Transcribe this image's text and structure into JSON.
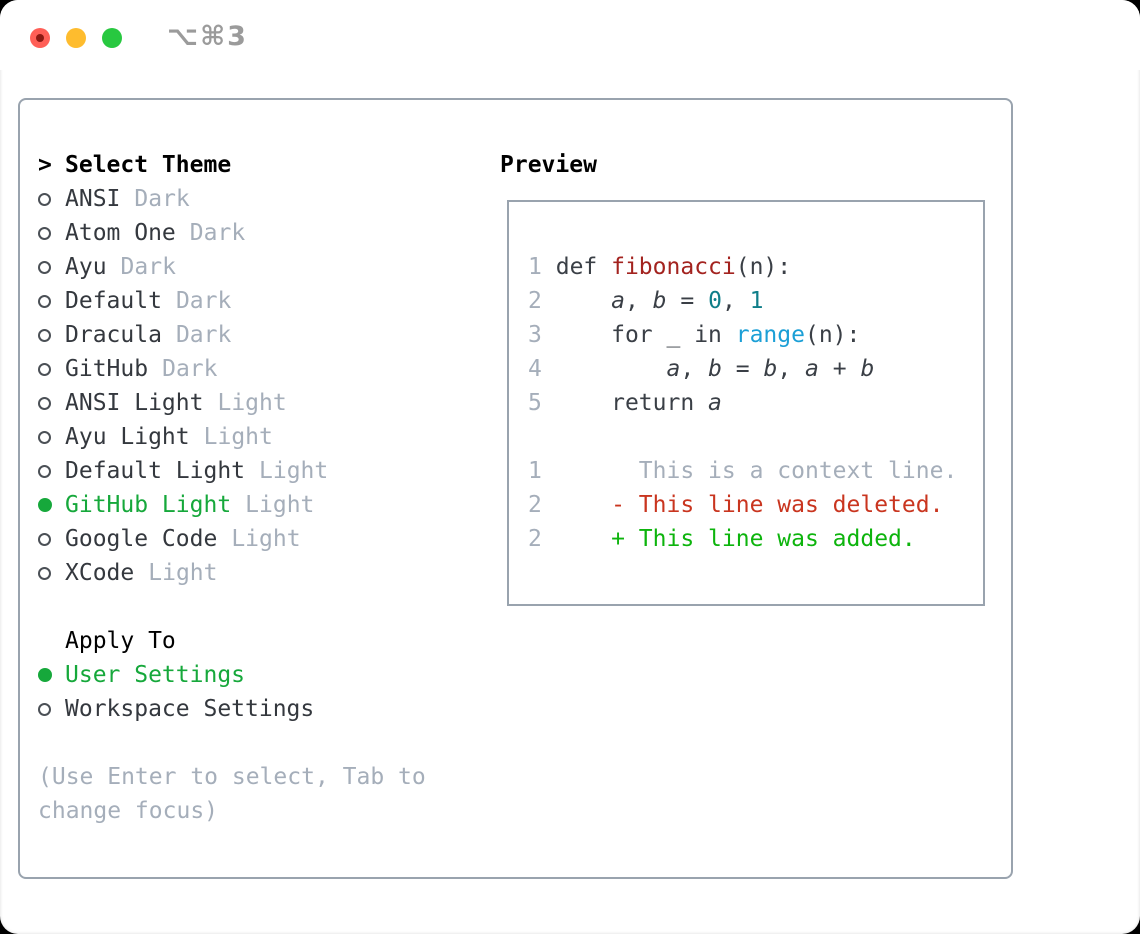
{
  "titlebar": {
    "shortcut": "⌥⌘3"
  },
  "colors": {
    "accent-green": "#16a83b",
    "diff-add": "#0db40d",
    "diff-del": "#c9351f",
    "func-red": "#a3231f",
    "num-teal": "#0f7e89",
    "call-blue": "#1b9fd6",
    "code-dark": "#3a3f46",
    "item-dark": "#34383e",
    "muted": "#a5aeba",
    "border": "#99a3ae",
    "traffic-red": "#ff5f57",
    "traffic-yellow": "#febc2e",
    "traffic-green": "#28c840",
    "title-gray": "#9b9b9b"
  },
  "theme_picker": {
    "prompt": ">",
    "header": "Select Theme",
    "items": [
      {
        "name": "ANSI",
        "variant": "Dark",
        "selected": false
      },
      {
        "name": "Atom One",
        "variant": "Dark",
        "selected": false
      },
      {
        "name": "Ayu",
        "variant": "Dark",
        "selected": false
      },
      {
        "name": "Default",
        "variant": "Dark",
        "selected": false
      },
      {
        "name": "Dracula",
        "variant": "Dark",
        "selected": false
      },
      {
        "name": "GitHub",
        "variant": "Dark",
        "selected": false
      },
      {
        "name": "ANSI Light",
        "variant": "Light",
        "selected": false
      },
      {
        "name": "Ayu Light",
        "variant": "Light",
        "selected": false
      },
      {
        "name": "Default Light",
        "variant": "Light",
        "selected": false
      },
      {
        "name": "GitHub Light",
        "variant": "Light",
        "selected": true
      },
      {
        "name": "Google Code",
        "variant": "Light",
        "selected": false
      },
      {
        "name": "XCode",
        "variant": "Light",
        "selected": false
      }
    ]
  },
  "apply_to": {
    "header": "Apply To",
    "options": [
      {
        "label": "User Settings",
        "selected": true
      },
      {
        "label": "Workspace Settings",
        "selected": false
      }
    ]
  },
  "hint": {
    "line1": "(Use Enter to select, Tab to",
    "line2": "change focus)"
  },
  "preview": {
    "header": "Preview",
    "code_lines": [
      {
        "num": "1",
        "tokens": [
          {
            "t": "def ",
            "c": "code"
          },
          {
            "t": "fibonacci",
            "c": "func"
          },
          {
            "t": "(n):",
            "c": "code"
          }
        ]
      },
      {
        "num": "2",
        "tokens": [
          {
            "t": "    ",
            "c": "code"
          },
          {
            "t": "a",
            "c": "var"
          },
          {
            "t": ", ",
            "c": "code"
          },
          {
            "t": "b",
            "c": "var"
          },
          {
            "t": " = ",
            "c": "code"
          },
          {
            "t": "0",
            "c": "num"
          },
          {
            "t": ", ",
            "c": "code"
          },
          {
            "t": "1",
            "c": "num"
          }
        ]
      },
      {
        "num": "3",
        "tokens": [
          {
            "t": "    for _ in ",
            "c": "code"
          },
          {
            "t": "range",
            "c": "call"
          },
          {
            "t": "(n):",
            "c": "code"
          }
        ]
      },
      {
        "num": "4",
        "tokens": [
          {
            "t": "        ",
            "c": "code"
          },
          {
            "t": "a",
            "c": "var"
          },
          {
            "t": ", ",
            "c": "code"
          },
          {
            "t": "b",
            "c": "var"
          },
          {
            "t": " = ",
            "c": "code"
          },
          {
            "t": "b",
            "c": "var"
          },
          {
            "t": ", ",
            "c": "code"
          },
          {
            "t": "a",
            "c": "var"
          },
          {
            "t": " + ",
            "c": "code"
          },
          {
            "t": "b",
            "c": "var"
          }
        ]
      },
      {
        "num": "5",
        "tokens": [
          {
            "t": "    return ",
            "c": "code"
          },
          {
            "t": "a",
            "c": "var"
          }
        ]
      }
    ],
    "diff_lines": [
      {
        "num": "1",
        "tokens": [
          {
            "t": "      This is a context line.",
            "c": "ctx"
          }
        ]
      },
      {
        "num": "2",
        "tokens": [
          {
            "t": "    - This line was deleted.",
            "c": "del"
          }
        ]
      },
      {
        "num": "2",
        "tokens": [
          {
            "t": "    + This line was added.",
            "c": "add"
          }
        ]
      }
    ]
  }
}
